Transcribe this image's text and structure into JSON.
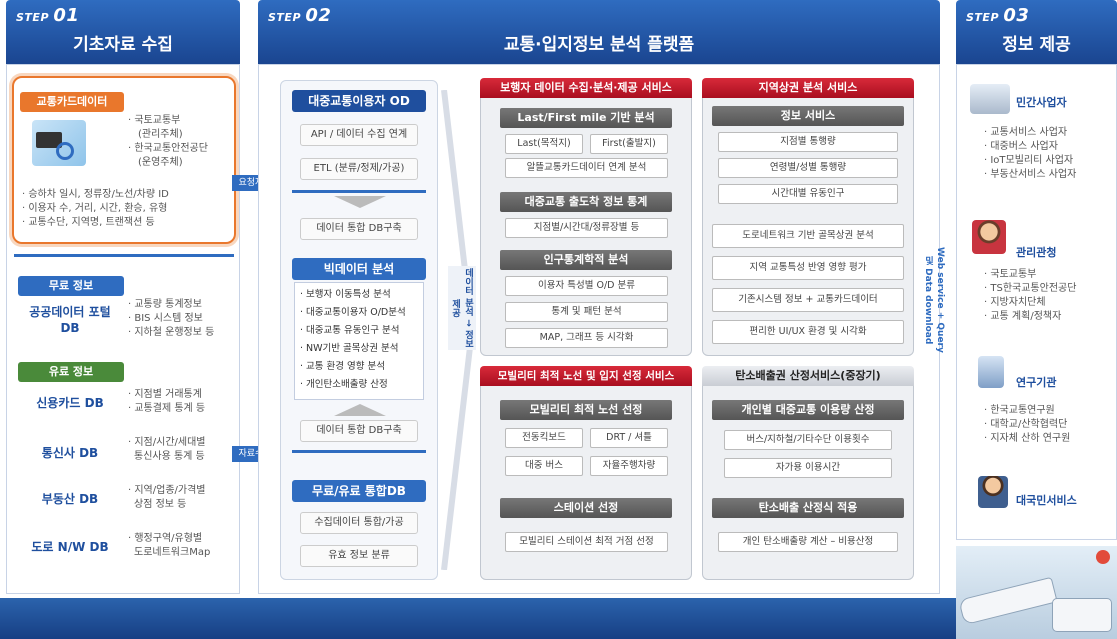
{
  "step1": {
    "label": "STEP",
    "num": "01",
    "title": "기초자료 수집",
    "card_tag": "교통카드데이터",
    "card_orgs": [
      "· 국토교통부",
      "(관리주체)",
      "· 한국교통안전공단",
      "(운영주체)"
    ],
    "card_items": [
      "· 승하차 일시, 정류장/노선/차량 ID",
      "· 이용자 수, 거리, 시간, 환승, 유형",
      "· 교통수단, 지역명, 트랜잭션 등"
    ],
    "free_tag": "무료 정보",
    "free_db": "공공데이터 포털 DB",
    "free_items": [
      "· 교통량 통계정보",
      "· BIS 시스템 정보",
      "· 지하철 운행정보 등"
    ],
    "paid_tag": "유료 정보",
    "paid_dbs": [
      {
        "name": "신용카드 DB",
        "items": [
          "· 지점별 거래통계",
          "· 교통결제 통계 등"
        ]
      },
      {
        "name": "통신사 DB",
        "items": [
          "· 지점/시간/세대별",
          "통신사용 통계 등"
        ]
      },
      {
        "name": "부동산 DB",
        "items": [
          "· 지역/업종/가격별",
          "상점 정보 등"
        ]
      },
      {
        "name": "도로 N/W DB",
        "items": [
          "· 행정구역/유형별",
          "도로네트워크Map"
        ]
      }
    ]
  },
  "arrows": {
    "a1": "요청자료",
    "a2": "자료수집"
  },
  "step2": {
    "label": "STEP",
    "num": "02",
    "title": "교통·입지정보 분석 플랫폼",
    "od_head": "대중교통이용자 OD",
    "od_items": [
      "API / 데이터 수집 연계",
      "ETL (분류/정제/가공)"
    ],
    "db_build": "데이터 통합 DB구축",
    "bigdata_head": "빅데이터 분석",
    "bigdata_items": [
      "· 보행자 이동특성 분석",
      "· 대중교통이용자 O/D분석",
      "· 대중교통 유동인구 분석",
      "· NW기반 골목상권 분석",
      "· 교통 환경 영향 분석",
      "· 개인탄소배출량 산정"
    ],
    "db_build2": "데이터 통합 DB구축",
    "integ_head": "무료/유료 통합DB",
    "integ_items": [
      "수집데이터 통합/가공",
      "유효 정보 분류"
    ],
    "vertical_label": "데이터 분석 → 정보 제공",
    "svc1": {
      "head": "보행자 데이터 수집·분석·제공 서비스",
      "g1": "Last/First mile 기반 분석",
      "g1_cells": [
        "Last(목적지)",
        "First(출발지)"
      ],
      "g1_wide": "알뜰교통카드데이터 연계 분석",
      "g2": "대중교통 출도착 정보 통계",
      "g2_wide": "지점별/시간대/정류장별 등",
      "g3": "인구통계학적 분석",
      "g3_items": [
        "이용자 특성별 O/D 분류",
        "통계 및 패턴 분석",
        "MAP, 그래프 등 시각화"
      ]
    },
    "svc2": {
      "head": "지역상권 분석 서비스",
      "g1": "정보 서비스",
      "g1_items": [
        "지점별 통행량",
        "연령별/성별 통행량",
        "시간대별 유동인구"
      ],
      "items": [
        "도로네트워크 기반 골목상권 분석",
        "지역 교통특성 반영 영향 평가",
        "기존시스템 정보 + 교통카드데이터",
        "편리한 UI/UX 환경 및 시각화"
      ]
    },
    "svc3": {
      "head": "모빌리티 최적 노선 및 입지 선정 서비스",
      "g1": "모빌리티 최적 노선 선정",
      "g1_cells": [
        "전동킥보드",
        "DRT / 셔틀",
        "대중 버스",
        "자율주행차량"
      ],
      "g2": "스테이션 선정",
      "g2_wide": "모빌리티 스테이션 최적 거점 선정"
    },
    "svc4": {
      "head": "탄소배출권 산정서비스(중장기)",
      "g1": "개인별 대중교통 이용량 산정",
      "g1_items": [
        "버스/지하철/기타수단 이용횟수",
        "자가용 이용시간"
      ],
      "g2": "탄소배출 산정식 적용",
      "g2_wide": "개인 탄소배출량 계산 – 비용산정"
    }
  },
  "webservice": "Web service + Query 및 Data download",
  "step3": {
    "label": "STEP",
    "num": "03",
    "title": "정보 제공",
    "groups": [
      {
        "name": "민간사업자",
        "items": [
          "· 교통서비스 사업자",
          "· 대중버스 사업자",
          "· IoT모빌리티 사업자",
          "· 부동산서비스 사업자"
        ]
      },
      {
        "name": "관리관청",
        "items": [
          "· 국토교통부",
          "· TS한국교통안전공단",
          "· 지방자치단체",
          "· 교통 계획/정책자"
        ]
      },
      {
        "name": "연구기관",
        "items": [
          "· 한국교통연구원",
          "· 대학교/산학협력단",
          "· 지자체 산하 연구원"
        ]
      },
      {
        "name": "대국민서비스",
        "items": []
      }
    ]
  },
  "colors": {
    "blue": "#1f4f9e",
    "red": "#c8102e",
    "orange": "#e9772c",
    "green": "#4a8a3a"
  }
}
